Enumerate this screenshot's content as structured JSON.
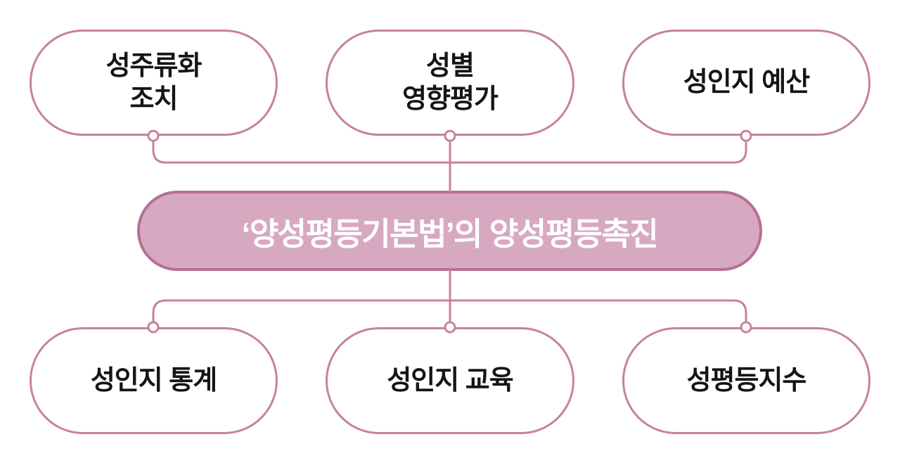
{
  "diagram": {
    "title_node": {
      "label": "‘양성평등기본법’의 양성평등촉진"
    },
    "top_nodes": [
      {
        "label": "성주류화\n조치"
      },
      {
        "label": "성별\n영향평가"
      },
      {
        "label": "성인지 예산"
      }
    ],
    "bottom_nodes": [
      {
        "label": "성인지 통계"
      },
      {
        "label": "성인지 교육"
      },
      {
        "label": "성평등지수"
      }
    ],
    "colors": {
      "outline_pink": "#c5829f",
      "center_fill": "#d7a9c1",
      "center_border": "#b66f94",
      "center_text": "#ffffff",
      "node_text": "#151515",
      "background": "#ffffff"
    }
  }
}
